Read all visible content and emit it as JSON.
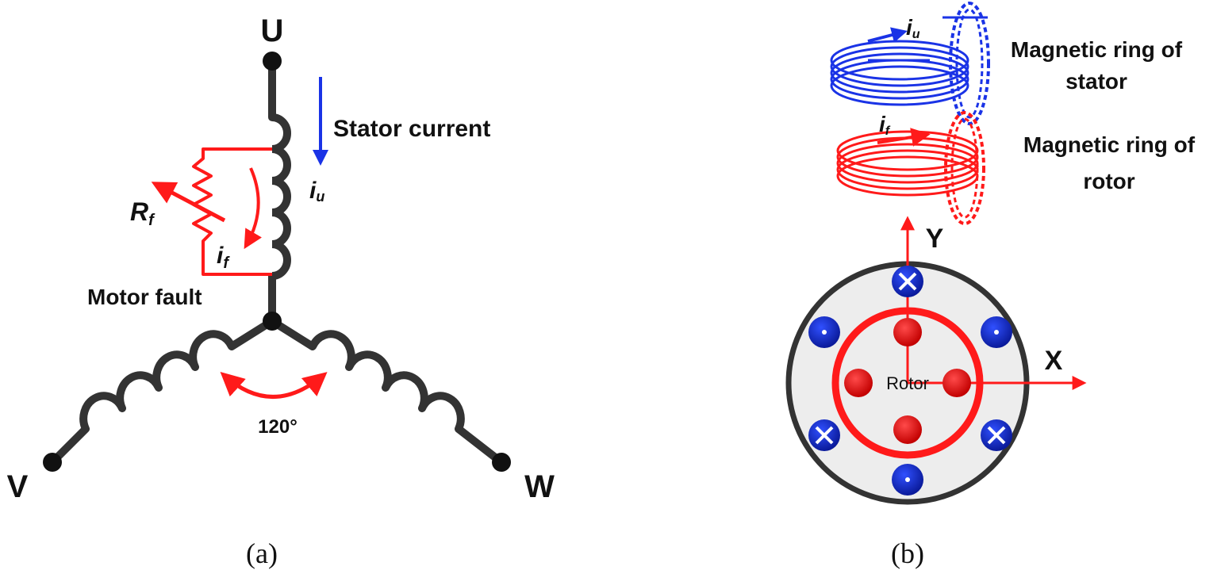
{
  "panel_a": {
    "caption": "(a)",
    "terminal_u": "U",
    "terminal_v": "V",
    "terminal_w": "W",
    "stator_current_label": "Stator current",
    "iu_main": "i",
    "iu_sub": "u",
    "rf_main": "R",
    "rf_sub": "f",
    "if_main": "i",
    "if_sub": "f",
    "motor_fault_label": "Motor fault",
    "angle_label": "120°"
  },
  "panel_b": {
    "caption": "(b)",
    "iu_main": "i",
    "iu_sub": "u",
    "if_main": "i",
    "if_sub": "f",
    "stator_ring_line1": "Magnetic ring of",
    "stator_ring_line2": "stator",
    "rotor_ring_line1": "Magnetic ring of",
    "rotor_ring_line2": "rotor",
    "y_axis": "Y",
    "x_axis": "X",
    "rotor_label": "Rotor"
  },
  "colors": {
    "winding": "#333333",
    "fault": "#ff1a1a",
    "stator_blue": "#1a33e6",
    "conductor_red": "#e01010",
    "conductor_blue": "#1428c8",
    "stator_fill": "#ededed"
  }
}
